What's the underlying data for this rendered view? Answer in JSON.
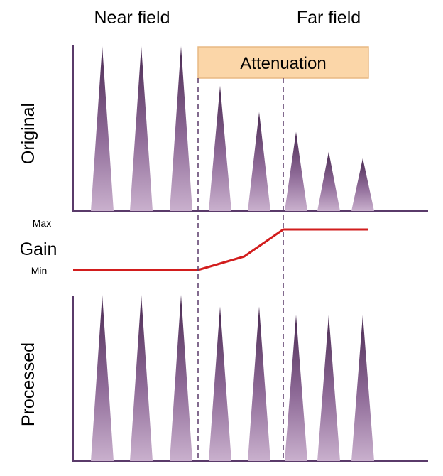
{
  "labels": {
    "near_field": "Near field",
    "far_field": "Far field",
    "attenuation": "Attenuation",
    "original": "Original",
    "processed": "Processed",
    "gain": "Gain",
    "max": "Max",
    "min": "Min"
  },
  "colors": {
    "axis": "#5a3a6a",
    "spike_fill_light": "#c3a8c8",
    "spike_fill_dark": "#4a2a52",
    "attenuation_box_fill": "#fbd6a8",
    "attenuation_box_stroke": "#e8b983",
    "gain_curve": "#d21d1d",
    "divider": "#5a3a6a"
  },
  "original_relative_heights": [
    1.0,
    1.0,
    1.0,
    0.76,
    0.6,
    0.48,
    0.36,
    0.32
  ],
  "processed_relative_heights": [
    1.0,
    1.0,
    1.0,
    0.93,
    0.93,
    0.88,
    0.88,
    0.88
  ],
  "gain_profile": {
    "breakpoints": [
      "Min",
      "Min",
      "between",
      "Max",
      "Max"
    ]
  }
}
